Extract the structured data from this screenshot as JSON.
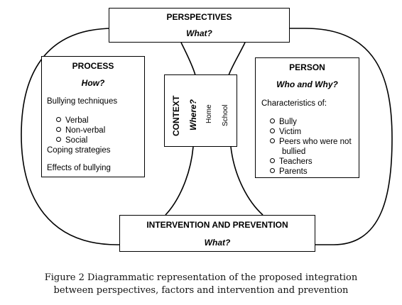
{
  "perspectives": {
    "title": "PERSPECTIVES",
    "question": "What?"
  },
  "process": {
    "title": "PROCESS",
    "question": "How?",
    "line1": "Bullying techniques",
    "items": [
      "Verbal",
      "Non-verbal",
      "Social"
    ],
    "line2": "Coping strategies",
    "line3": "Effects of bullying"
  },
  "context": {
    "title": "CONTEXT",
    "question": "Where?",
    "items": [
      "Home",
      "School"
    ]
  },
  "person": {
    "title": "PERSON",
    "question": "Who and Why?",
    "line1": "Characteristics of:",
    "items": [
      "Bully",
      "Victim",
      "Peers who were not",
      "Teachers",
      "Parents"
    ],
    "items_cont": "bullied"
  },
  "intervention": {
    "title": "INTERVENTION AND PREVENTION",
    "question": "What?"
  },
  "caption": {
    "line1": "Figure 2 Diagrammatic representation of the proposed integration",
    "line2": "between perspectives, factors and intervention and prevention"
  }
}
